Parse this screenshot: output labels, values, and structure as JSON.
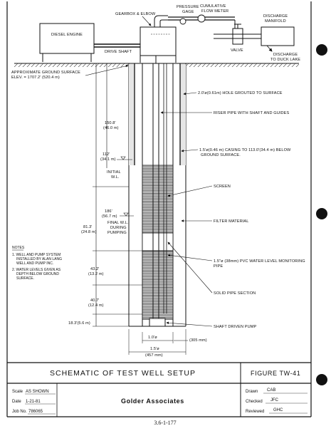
{
  "equipment": {
    "diesel_engine": "DIESEL ENGINE",
    "gearbox": "GEARBOX & ELBOW",
    "pressure_gage": "PRESSURE GAGE",
    "flow_meter": "CUMULATIVE FLOW METER",
    "discharge_manifold": "DISCHARGE MANIFOLD",
    "drive_shaft": "DRIVE SHAFT",
    "valve": "VALVE",
    "discharge_to": "DISCHARGE TO DUCK LAKE"
  },
  "ground_surface": {
    "line1": "APPROXIMATE GROUND SURFACE",
    "line2": "ELEV. = 1707.2' (520.4 m)"
  },
  "callouts": {
    "hole": "2.0'ø(0.61m) HOLE GROUTED TO SURFACE",
    "riser": "RISER PIPE WITH SHAFT AND GUIDES",
    "casing1": "1.5'ø(0.46 m) CASING TO 113.0'(34.4 m) BELOW",
    "casing2": "GROUND SURFACE.",
    "screen": "SCREEN",
    "filter": "FILTER MATERIAL",
    "pvc1": "1.5\"ø (38mm) PVC WATER LEVEL MONITORING",
    "pvc2": "PIPE",
    "solid": "SOLID PIPE SECTION",
    "pump": "SHAFT DRIVEN PUMP"
  },
  "depths": {
    "d150": "150.8'",
    "d150m": "(46.0 m)",
    "d112": "112'",
    "d112m": "(34.1 m)",
    "initial1": "INITIAL",
    "initial2": "W.L.",
    "d186": "186'",
    "d186m": "(56.7 m)",
    "d81": "81.3'",
    "d81m": "(24.8 m)",
    "final1": "FINAL W.L.",
    "final2": "DURING",
    "final3": "PUMPING",
    "d43": "43.2'",
    "d43m": "(13.2 m)",
    "d40": "40.7'",
    "d40m": "(12.4 m)",
    "d18": "18.3'(5.6 m)"
  },
  "dims": {
    "inner": "1.0'ø",
    "inner_mm": "(305 mm)",
    "outer": "1.5'ø",
    "outer_mm": "(457 mm)"
  },
  "notes": {
    "heading": "NOTES",
    "n1a": "1. WELL AND PUMP SYSTEM",
    "n1b": "INSTALLED BY ALAN LANG",
    "n1c": "WELL AND PUMP INC.",
    "n2a": "2. WATER LEVELS GIVEN AS",
    "n2b": "DEPTH BELOW GROUND",
    "n2c": "SURFACE."
  },
  "title_block": {
    "title": "SCHEMATIC  OF  TEST  WELL  SETUP",
    "figure": "FIGURE  TW-41",
    "scale_label": "Scale",
    "scale_value": "AS SHOWN",
    "date_label": "Date",
    "date_value": "1-21-81",
    "job_label": "Job No.",
    "job_value": "786065",
    "company": "Golder Associates",
    "drawn_label": "Drawn",
    "drawn_value": "CAB",
    "checked_label": "Checked",
    "checked_value": "JFC",
    "reviewed_label": "Reviewed",
    "reviewed_value": "GHC"
  },
  "page_number": "3.6-1-177"
}
